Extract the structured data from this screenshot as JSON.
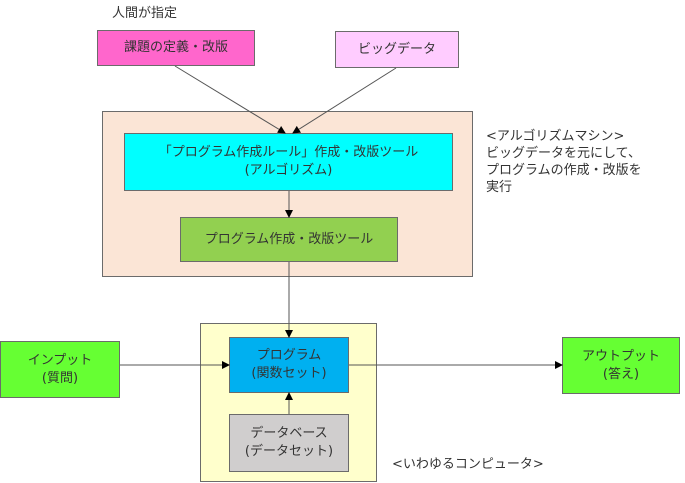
{
  "labels": {
    "human_specified": "人間が指定",
    "algorithm_machine_title": "<アルゴリズムマシン>",
    "algorithm_machine_desc": [
      "ビッグデータを元にして、",
      "プログラムの作成・改版を",
      "実行"
    ],
    "computer_caption": "<いわゆるコンピュータ>"
  },
  "boxes": {
    "problem_definition": {
      "lines": [
        "課題の定義・改版"
      ],
      "color": "#ff66cc"
    },
    "big_data": {
      "lines": [
        "ビッグデータ"
      ],
      "color": "#ffccff"
    },
    "algorithm_machine": {
      "color": "#fbe5d6"
    },
    "rule_tool": {
      "lines": [
        "「プログラム作成ルール」作成・改版ツール",
        "(アルゴリズム)"
      ],
      "color": "#00ffff"
    },
    "program_tool": {
      "lines": [
        "プログラム作成・改版ツール"
      ],
      "color": "#92d050"
    },
    "computer": {
      "color": "#ffffcc"
    },
    "program": {
      "lines": [
        "プログラム",
        "(関数セット)"
      ],
      "color": "#00b0f0"
    },
    "database": {
      "lines": [
        "データベース",
        "(データセット)"
      ],
      "color": "#d0cece"
    },
    "input": {
      "lines": [
        "インプット",
        "(質問)"
      ],
      "color": "#66ff33"
    },
    "output": {
      "lines": [
        "アウトプット",
        "(答え)"
      ],
      "color": "#66ff33"
    }
  },
  "connections": [
    {
      "from": "problem_definition",
      "to": "rule_tool"
    },
    {
      "from": "big_data",
      "to": "rule_tool"
    },
    {
      "from": "rule_tool",
      "to": "program_tool"
    },
    {
      "from": "program_tool",
      "to": "program"
    },
    {
      "from": "input",
      "to": "program"
    },
    {
      "from": "database",
      "to": "program"
    },
    {
      "from": "program",
      "to": "output"
    }
  ]
}
